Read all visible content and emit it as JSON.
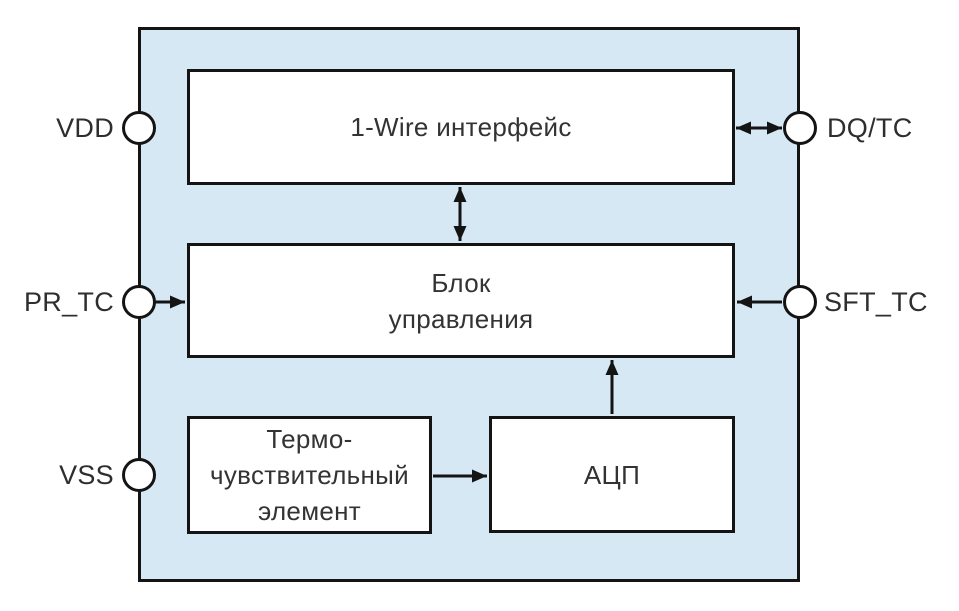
{
  "diagram": {
    "type": "block-diagram",
    "chip": {
      "fill_color": "#d7e8f5",
      "line_color": "#141414",
      "block_fill_color": "#ffffff",
      "text_color": "#333333"
    },
    "blocks": [
      {
        "id": "one-wire-interface",
        "label": "1-Wire интерфейс"
      },
      {
        "id": "control-unit",
        "label": "Блок\nуправления"
      },
      {
        "id": "thermal-sensing-element",
        "label": "Термо-\nчувствительный\nэлемент"
      },
      {
        "id": "adc",
        "label": "АЦП"
      }
    ],
    "pins": [
      {
        "id": "vdd",
        "label": "VDD",
        "side": "left"
      },
      {
        "id": "pr-tc",
        "label": "PR_TC",
        "side": "left"
      },
      {
        "id": "vss",
        "label": "VSS",
        "side": "left"
      },
      {
        "id": "dq-tc",
        "label": "DQ/TC",
        "side": "right"
      },
      {
        "id": "sft-tc",
        "label": "SFT_TC",
        "side": "right"
      }
    ],
    "connections": [
      {
        "from": "one-wire-interface",
        "to": "dq-tc",
        "bidirectional": true
      },
      {
        "from": "one-wire-interface",
        "to": "control-unit",
        "bidirectional": true
      },
      {
        "from": "pr-tc",
        "to": "control-unit",
        "bidirectional": false
      },
      {
        "from": "sft-tc",
        "to": "control-unit",
        "bidirectional": false
      },
      {
        "from": "thermal-sensing-element",
        "to": "adc",
        "bidirectional": false
      },
      {
        "from": "adc",
        "to": "control-unit",
        "bidirectional": false
      }
    ]
  }
}
